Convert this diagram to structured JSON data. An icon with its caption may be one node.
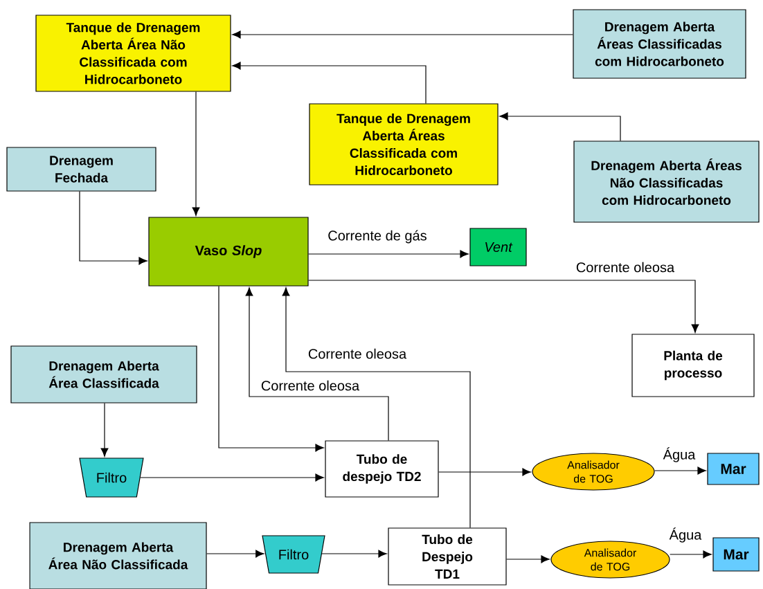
{
  "diagram": {
    "nodes": [
      {
        "text": [
          "Tanque de Drenagem Aberta Área Não Classificada com Hidrocarboneto"
        ]
      },
      {
        "text": [
          "Drenagem Aberta Áreas Classificadas com Hidrocarboneto"
        ]
      },
      {
        "text": [
          "Tanque de Drenagem Aberta Áreas Classificada com Hidrocarboneto"
        ]
      },
      {
        "text": [
          "Drenagem Fechada"
        ]
      },
      {
        "text": [
          "Drenagem Aberta Áreas Não Classificadas com Hidrocarboneto"
        ]
      },
      {
        "text": [
          "Vaso *Slop*"
        ]
      },
      {
        "text": [
          "Vent"
        ]
      },
      {
        "text": [
          "Planta de processo"
        ]
      },
      {
        "text": [
          "Drenagem Aberta Área Classificada"
        ]
      },
      {
        "text": [
          "Filtro"
        ]
      },
      {
        "text": [
          "Tubo de despejo TD2"
        ]
      },
      {
        "text": [
          "Analisador de TOG"
        ]
      },
      {
        "text": [
          "Mar"
        ]
      },
      {
        "text": [
          "Drenagem Aberta Área Não Classificada"
        ]
      },
      {
        "text": [
          "Filtro"
        ]
      },
      {
        "text": [
          "Tubo de Despejo TD1"
        ]
      },
      {
        "text": [
          "Analisador de TOG"
        ]
      },
      {
        "text": [
          "Mar"
        ]
      }
    ],
    "edges": [
      {
        "from": 1,
        "to": 0,
        "arrow": "to"
      },
      {
        "from": 2,
        "to": 0,
        "arrow": "to"
      },
      {
        "from": 4,
        "to": 2,
        "arrow": "to"
      },
      {
        "from": 0,
        "to": 5,
        "arrow": "to"
      },
      {
        "from": 3,
        "to": 5,
        "arrow": "to"
      },
      {
        "from": 5,
        "to": 6,
        "arrow": "to",
        "label": "Corrente de gás"
      },
      {
        "from": 5,
        "to": 7,
        "arrow": "to",
        "label": "Corrente oleosa"
      },
      {
        "from": 5,
        "to": 10,
        "arrow": "to"
      },
      {
        "from": 10,
        "to": 5,
        "arrow": "to",
        "label": "Corrente oleosa"
      },
      {
        "from": 15,
        "to": 5,
        "arrow": "to",
        "label": "Corrente oleosa"
      },
      {
        "from": 8,
        "to": 9,
        "arrow": "to"
      },
      {
        "from": 9,
        "to": 10,
        "arrow": "to"
      },
      {
        "from": 10,
        "to": 11,
        "arrow": "to"
      },
      {
        "from": 11,
        "to": 12,
        "arrow": "to",
        "label": "Água"
      },
      {
        "from": 13,
        "to": 14,
        "arrow": "to"
      },
      {
        "from": 14,
        "to": 15,
        "arrow": "to"
      },
      {
        "from": 15,
        "to": 16,
        "arrow": "to"
      },
      {
        "from": 16,
        "to": 17,
        "arrow": "to",
        "label": "Água"
      }
    ]
  }
}
